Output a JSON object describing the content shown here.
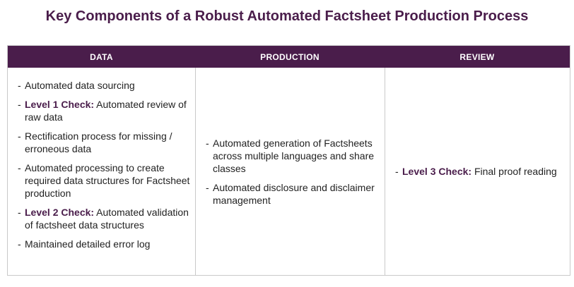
{
  "title": "Key Components of a Robust Automated Factsheet Production Process",
  "columns": [
    {
      "header": "DATA",
      "items": [
        {
          "bullet": "-",
          "label": "",
          "text": "Automated data sourcing"
        },
        {
          "bullet": "-",
          "label": "Level 1 Check:",
          "text": " Automated review of raw data"
        },
        {
          "bullet": "-",
          "label": "",
          "text": "Rectification process for missing / erroneous data"
        },
        {
          "bullet": "-",
          "label": "",
          "text": "Automated processing to create required data structures for Factsheet production"
        },
        {
          "bullet": "-",
          "label": "Level 2 Check:",
          "text": " Automated validation of factsheet data structures"
        },
        {
          "bullet": "-",
          "label": "",
          "text": "Maintained detailed error log"
        }
      ]
    },
    {
      "header": "PRODUCTION",
      "items": [
        {
          "bullet": "-",
          "label": "",
          "text": "Automated generation of Factsheets across multiple languages and share classes"
        },
        {
          "bullet": "-",
          "label": "",
          "text": "Automated disclosure and disclaimer management"
        }
      ]
    },
    {
      "header": "REVIEW",
      "items": [
        {
          "bullet": "-",
          "label": "Level 3 Check:",
          "text": " Final proof reading"
        }
      ]
    }
  ],
  "colors": {
    "header_bg": "#4a1d4b",
    "accent": "#4a1d4b",
    "text": "#222222",
    "border": "#c9c9c9"
  }
}
